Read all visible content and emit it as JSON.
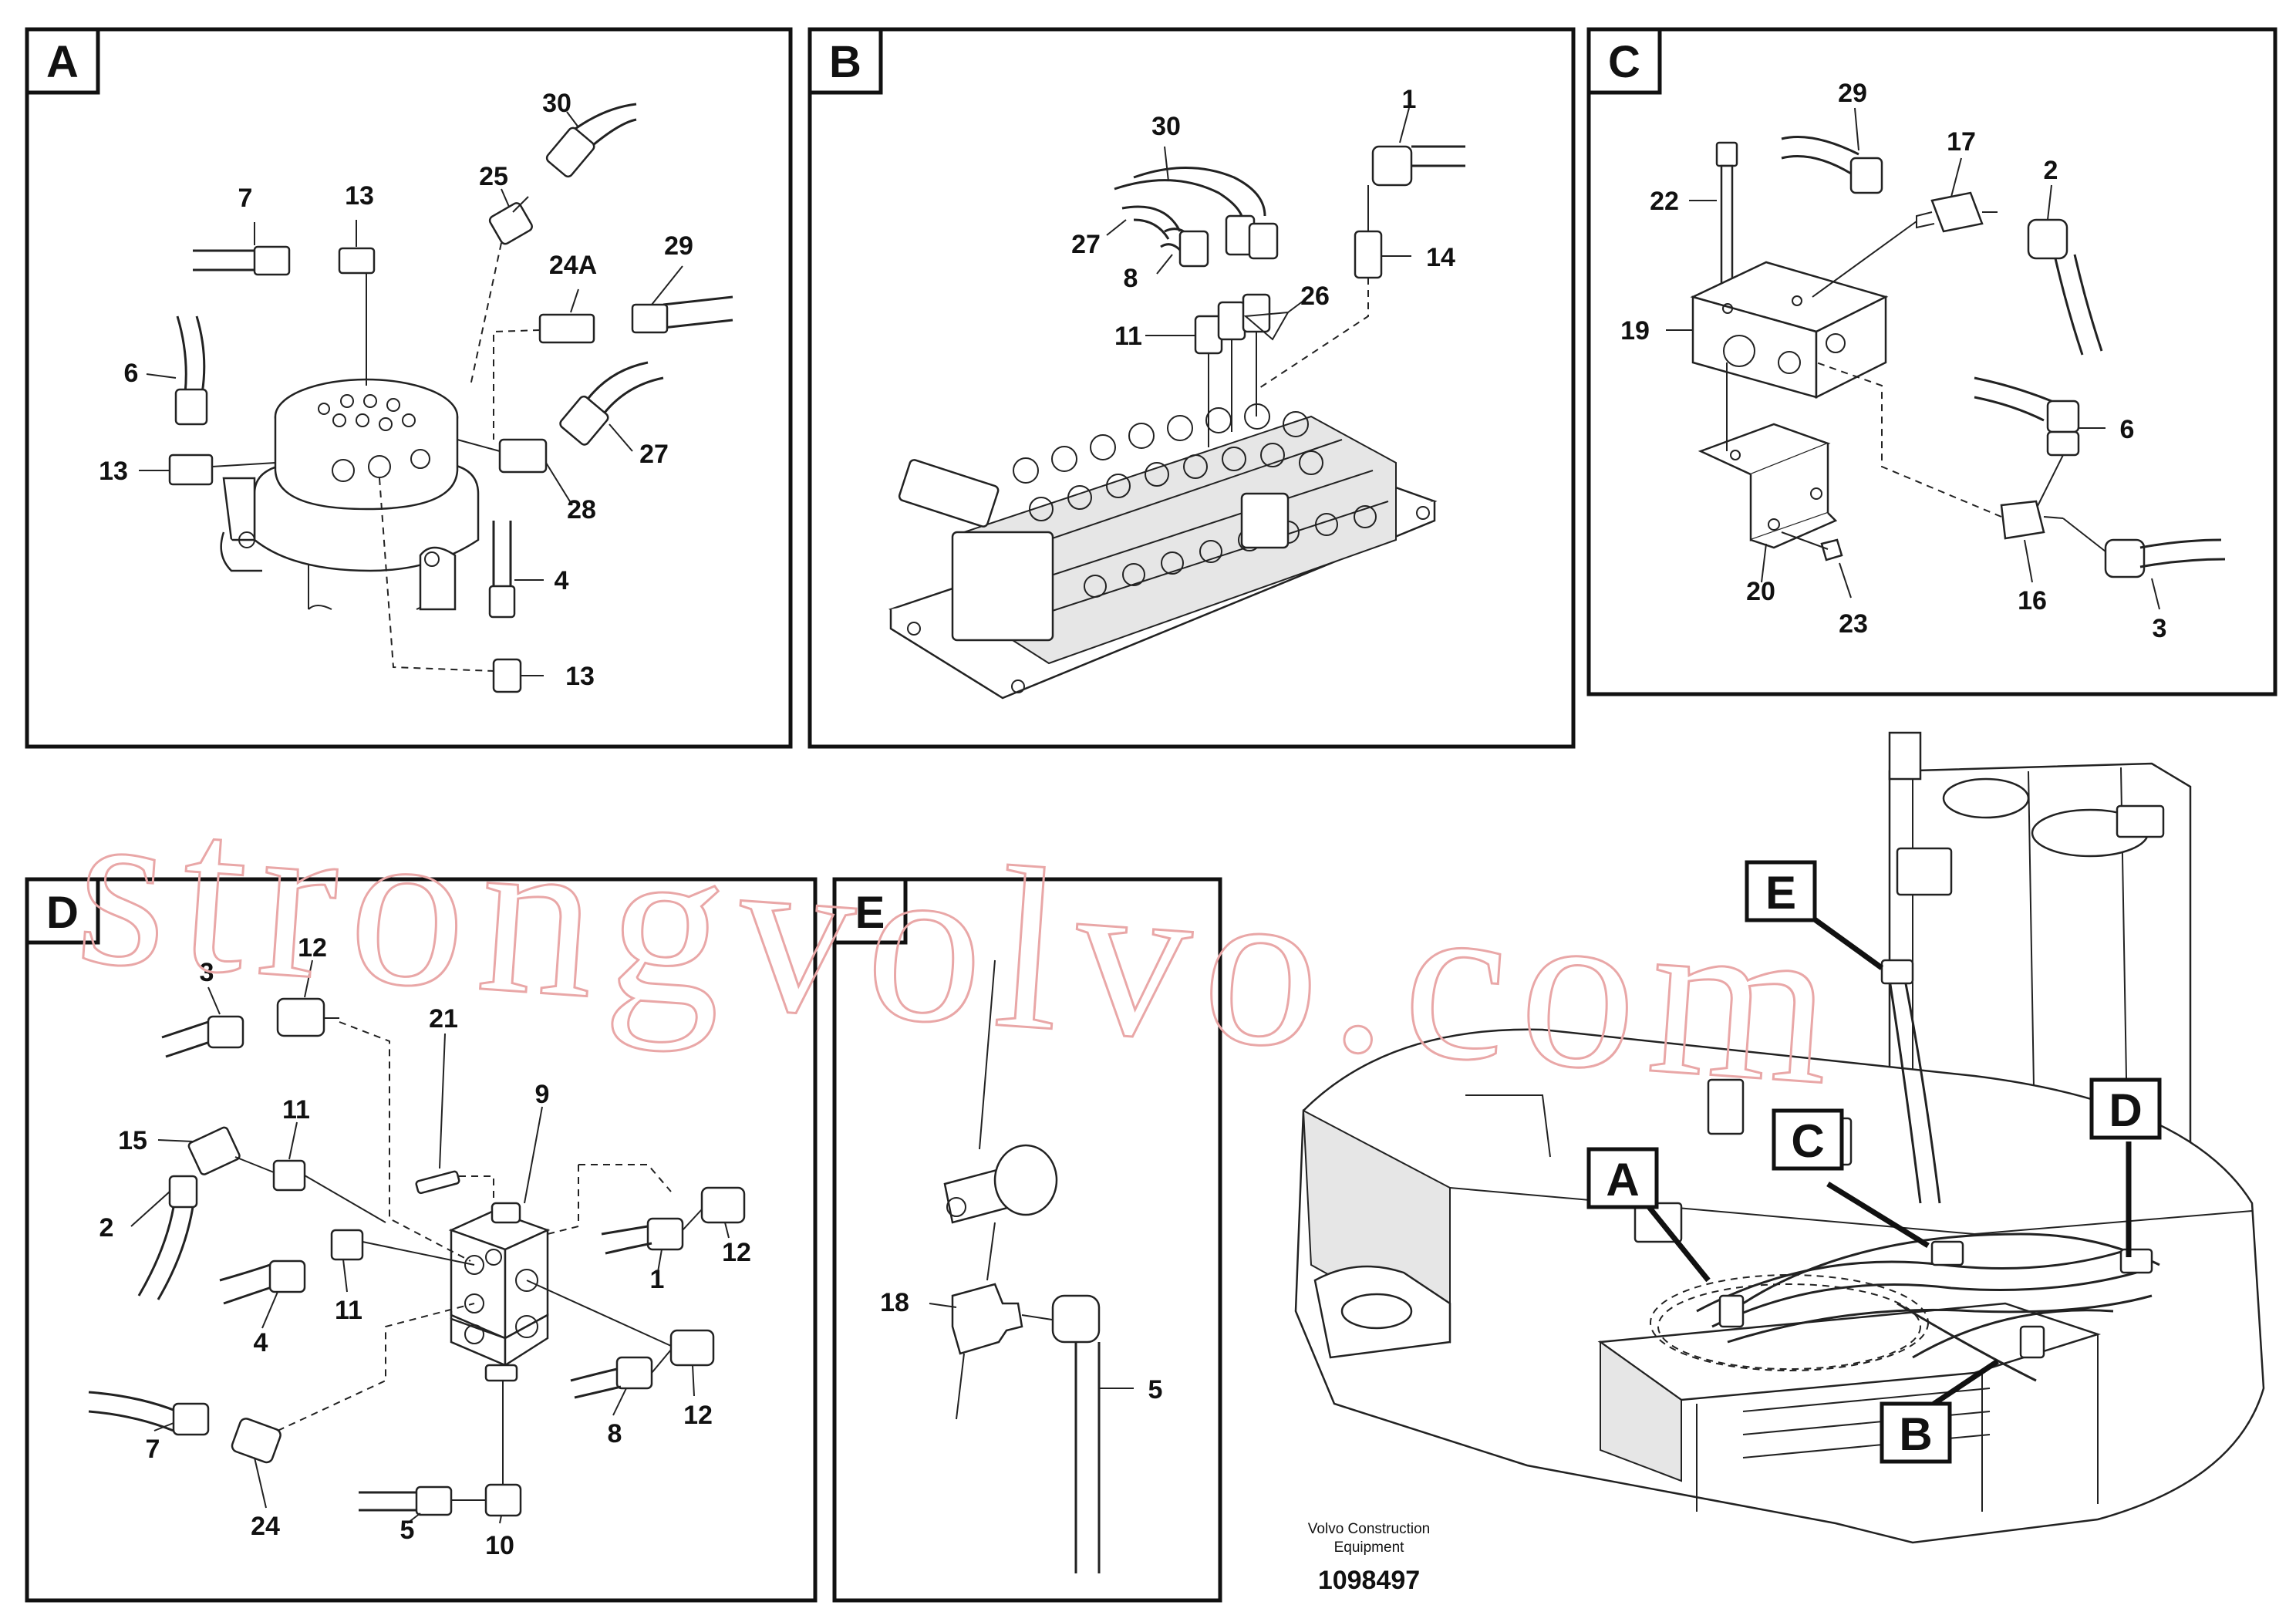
{
  "watermark": "strongvolvo.com",
  "panels": {
    "A": {
      "letter": "A",
      "labels": {
        "l30": "30",
        "l25": "25",
        "l7": "7",
        "l13a": "13",
        "l24A": "24A",
        "l29": "29",
        "l6": "6",
        "l13b": "13",
        "l27": "27",
        "l28": "28",
        "l4": "4",
        "l13c": "13"
      }
    },
    "B": {
      "letter": "B",
      "labels": {
        "l30": "30",
        "l1": "1",
        "l27": "27",
        "l14": "14",
        "l8": "8",
        "l26": "26",
        "l11": "11"
      }
    },
    "C": {
      "letter": "C",
      "labels": {
        "l29": "29",
        "l17": "17",
        "l2": "2",
        "l22": "22",
        "l19": "19",
        "l6": "6",
        "l20": "20",
        "l23": "23",
        "l16": "16",
        "l3": "3"
      }
    },
    "D": {
      "letter": "D",
      "labels": {
        "l12a": "12",
        "l3": "3",
        "l21": "21",
        "l9": "9",
        "l15": "15",
        "l11a": "11",
        "l2": "2",
        "l12b": "12",
        "l1": "1",
        "l4": "4",
        "l11b": "11",
        "l12c": "12",
        "l7": "7",
        "l24": "24",
        "l8": "8",
        "l5": "5",
        "l10": "10"
      }
    },
    "E": {
      "letter": "E",
      "labels": {
        "l18": "18",
        "l5": "5"
      }
    }
  },
  "overview": {
    "callouts": {
      "A": "A",
      "B": "B",
      "C": "C",
      "D": "D",
      "E": "E"
    }
  },
  "footer": {
    "line1": "Volvo Construction",
    "line2": "Equipment",
    "number": "1098497"
  }
}
